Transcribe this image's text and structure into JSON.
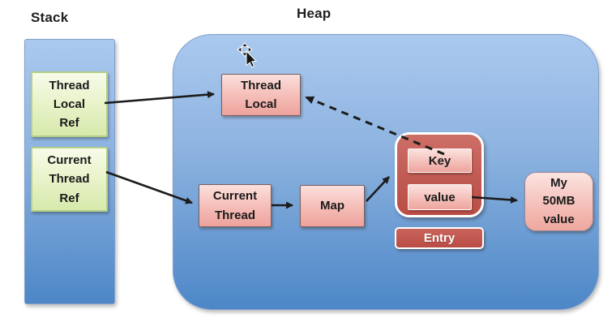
{
  "sections": {
    "stack": {
      "label": "Stack"
    },
    "heap": {
      "label": "Heap"
    }
  },
  "stack": {
    "boxes": [
      {
        "id": "thread-local-ref",
        "label": "Thread\nLocal\nRef"
      },
      {
        "id": "current-thread-ref",
        "label": "Current\nThread\nRef"
      }
    ]
  },
  "heap": {
    "thread_local": {
      "label": "Thread\nLocal"
    },
    "current_thread": {
      "label": "Current\nThread"
    },
    "map": {
      "label": "Map"
    },
    "entry_group": {
      "key": {
        "label": "Key"
      },
      "value": {
        "label": "value"
      },
      "caption": {
        "label": "Entry"
      }
    },
    "my_value": {
      "label": "My\n50MB\nvalue"
    }
  },
  "edges": [
    {
      "from": "thread-local-ref",
      "to": "thread-local",
      "style": "solid"
    },
    {
      "from": "current-thread-ref",
      "to": "current-thread",
      "style": "solid"
    },
    {
      "from": "current-thread",
      "to": "map",
      "style": "solid"
    },
    {
      "from": "map",
      "to": "entry-group",
      "style": "solid"
    },
    {
      "from": "value",
      "to": "my-50mb-value",
      "style": "solid"
    },
    {
      "from": "entry-key",
      "to": "thread-local",
      "style": "dashed"
    }
  ],
  "icons": {
    "move_cursor": "move-cursor"
  },
  "colors": {
    "region_blue_top": "#abc9ef",
    "region_blue_bottom": "#4d87c7",
    "green_box": "#e8f3c9",
    "pink_box": "#f5bcb6",
    "entry_red": "#c0544d",
    "arrow": "#1c1c1c"
  }
}
